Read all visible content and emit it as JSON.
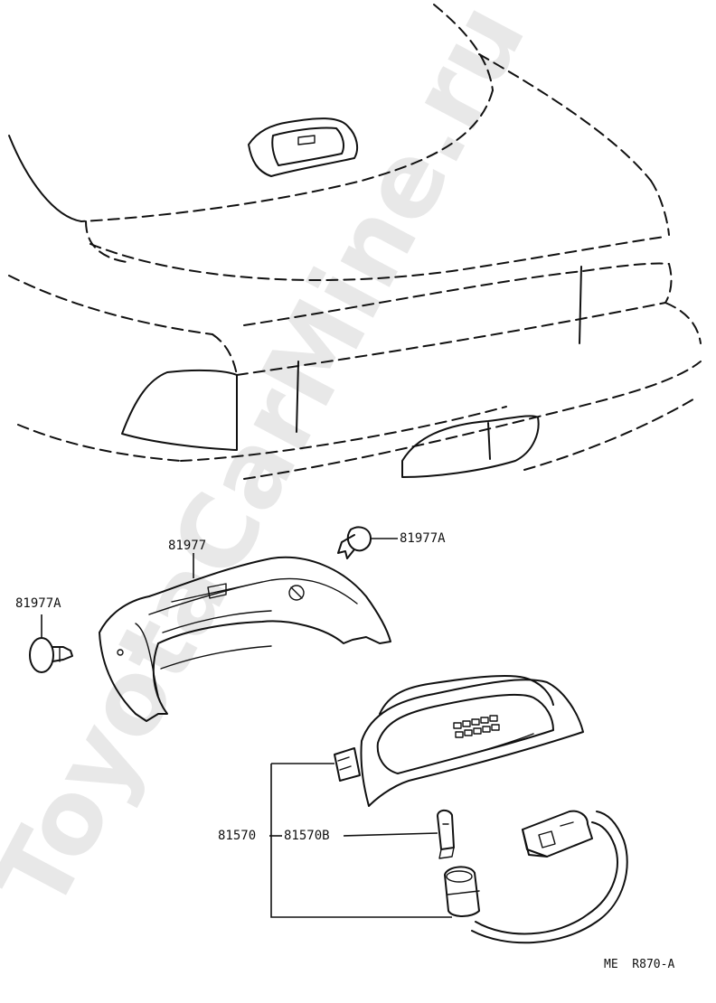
{
  "watermark": "ToyotaCarMine.ru",
  "labels": {
    "bracket": "81977",
    "clip_top": "81977A",
    "clip_left": "81977A",
    "lamp_range_start": "81570",
    "lamp_range_end": "81570B"
  },
  "diagram_code": "ME  R870-A"
}
